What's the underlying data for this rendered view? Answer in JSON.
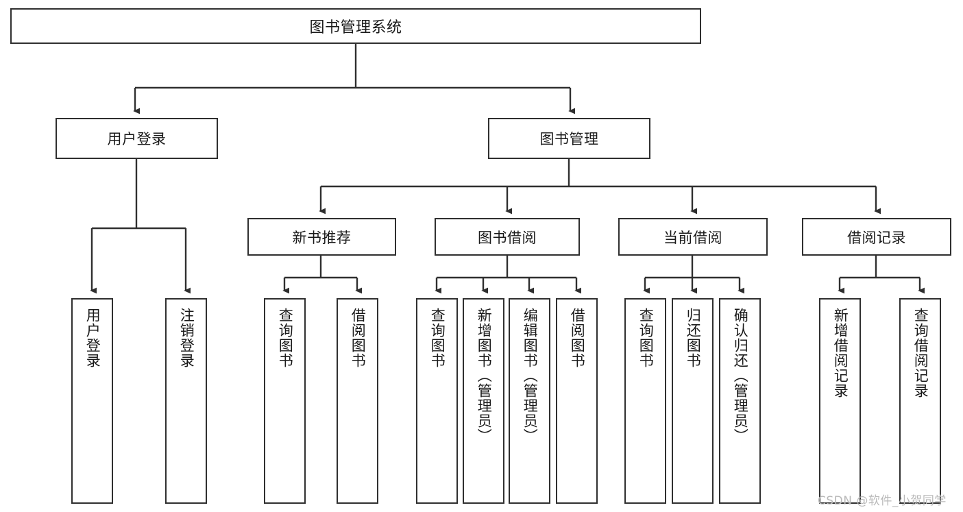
{
  "diagram": {
    "title": "图书管理系统",
    "type": "tree-hierarchy",
    "watermark": "CSDN @软件_小贺同学",
    "colors": {
      "stroke": "#2f2f2f",
      "fill": "#ffffff",
      "text": "#1a1a1a",
      "watermark": "#b9b9b9"
    },
    "nodes": {
      "root": {
        "label": "图书管理系统"
      },
      "level2": [
        {
          "id": "user-login",
          "label": "用户登录"
        },
        {
          "id": "book-manage",
          "label": "图书管理"
        }
      ],
      "level3": [
        {
          "id": "new-book-rec",
          "label": "新书推荐"
        },
        {
          "id": "book-borrow",
          "label": "图书借阅"
        },
        {
          "id": "current-borrow",
          "label": "当前借阅"
        },
        {
          "id": "borrow-record",
          "label": "借阅记录"
        }
      ],
      "leaves": {
        "user_login": [
          {
            "id": "leaf-user-login",
            "label": "用户登录"
          },
          {
            "id": "leaf-logout-login",
            "label": "注销登录"
          }
        ],
        "new_book_rec": [
          {
            "id": "leaf-query-book-1",
            "label": "查询图书"
          },
          {
            "id": "leaf-borrow-book-1",
            "label": "借阅图书"
          }
        ],
        "book_borrow": [
          {
            "id": "leaf-query-book-2",
            "label": "查询图书"
          },
          {
            "id": "leaf-add-book",
            "label": "新增图书（管理员）"
          },
          {
            "id": "leaf-edit-book",
            "label": "编辑图书（管理员）"
          },
          {
            "id": "leaf-borrow-book-2",
            "label": "借阅图书"
          }
        ],
        "current_borrow": [
          {
            "id": "leaf-query-book-3",
            "label": "查询图书"
          },
          {
            "id": "leaf-return-book",
            "label": "归还图书"
          },
          {
            "id": "leaf-confirm-return",
            "label": "确认归还（管理员）"
          }
        ],
        "borrow_record": [
          {
            "id": "leaf-add-record",
            "label": "新增借阅记录"
          },
          {
            "id": "leaf-query-record",
            "label": "查询借阅记录"
          }
        ]
      }
    }
  }
}
